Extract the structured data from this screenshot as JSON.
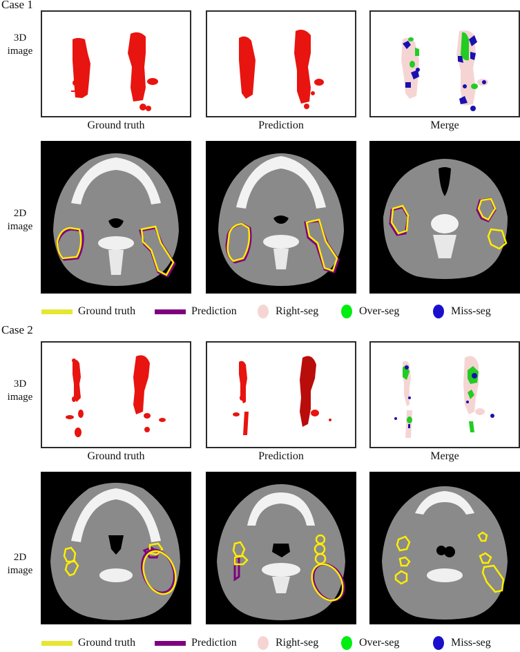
{
  "figure": {
    "cases": [
      {
        "label": "Case 1",
        "row_labels": {
          "three_d": [
            "3D",
            "image"
          ],
          "two_d": [
            "2D",
            "image"
          ]
        },
        "captions": [
          "Ground truth",
          "Prediction",
          "Merge"
        ]
      },
      {
        "label": "Case 2",
        "row_labels": {
          "three_d": [
            "3D",
            "image"
          ],
          "two_d": [
            "2D",
            "image"
          ]
        },
        "captions": [
          "Ground truth",
          "Prediction",
          "Merge"
        ]
      }
    ],
    "legend": [
      {
        "label": "Ground truth",
        "type": "line",
        "color": "#e6e633"
      },
      {
        "label": "Prediction",
        "type": "line",
        "color": "#7f007f"
      },
      {
        "label": "Right-seg",
        "type": "dot",
        "color": "#f5d5d3"
      },
      {
        "label": "Over-seg",
        "type": "dot",
        "color": "#00ee11"
      },
      {
        "label": "Miss-seg",
        "type": "dot",
        "color": "#1a10cc"
      }
    ],
    "colors": {
      "render_red": "#e8140f",
      "contour_yellow": "#ffee00",
      "contour_purple": "#7f007f",
      "right_seg": "#f5d5d3",
      "over_seg": "#22cc22",
      "miss_seg": "#1a10b0"
    }
  }
}
